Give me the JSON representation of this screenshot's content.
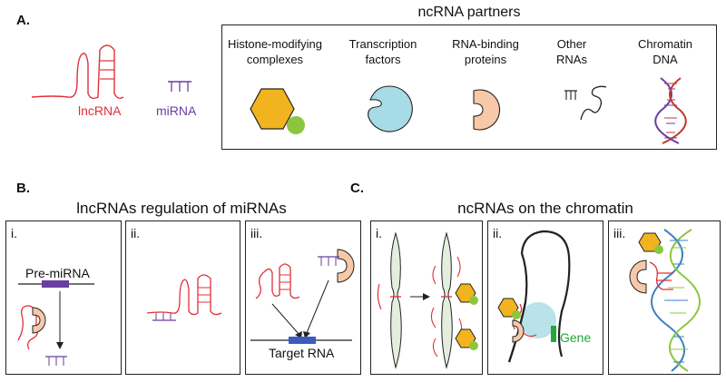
{
  "colors": {
    "lncrna": "#e0303a",
    "mirna": "#6a3ea1",
    "histone_complex": "#f2b41e",
    "small_ball": "#8cc63f",
    "transcription_factor": "#a7dbe6",
    "rna_binding_protein": "#f8c9a8",
    "dna_strand_a": "#6a3ea1",
    "dna_strand_b": "#c0392b",
    "chromosome": "#e4eedf",
    "target_rna_bar": "#3b5bbf",
    "pre_mirna_bar": "#6a3ea1",
    "gene_bar": "#21a838",
    "loop_circle": "#a7dbe6"
  },
  "panel_a": {
    "letter": "A.",
    "lncrna_label": "lncRNA",
    "mirna_label": "miRNA",
    "partners_title": "ncRNA partners",
    "partners": [
      {
        "label_line1": "Histone-modifying",
        "label_line2": "complexes",
        "icon": "histone-complex-icon"
      },
      {
        "label_line1": "Transcription",
        "label_line2": "factors",
        "icon": "transcription-factor-icon"
      },
      {
        "label_line1": "RNA-binding",
        "label_line2": "proteins",
        "icon": "rna-binding-protein-icon"
      },
      {
        "label_line1": "Other",
        "label_line2": "RNAs",
        "icon": "other-rnas-icon"
      },
      {
        "label_line1": "Chromatin",
        "label_line2": "DNA",
        "icon": "chromatin-dna-icon"
      }
    ]
  },
  "panel_b": {
    "letter": "B.",
    "title": "lncRNAs regulation of miRNAs",
    "subpanels": [
      {
        "numeral": "i.",
        "label": "Pre-miRNA"
      },
      {
        "numeral": "ii.",
        "label": ""
      },
      {
        "numeral": "iii.",
        "label": "Target RNA"
      }
    ]
  },
  "panel_c": {
    "letter": "C.",
    "title": "ncRNAs on the chromatin",
    "subpanels": [
      {
        "numeral": "i.",
        "label": ""
      },
      {
        "numeral": "ii.",
        "label": "Gene"
      },
      {
        "numeral": "iii.",
        "label": ""
      }
    ]
  }
}
